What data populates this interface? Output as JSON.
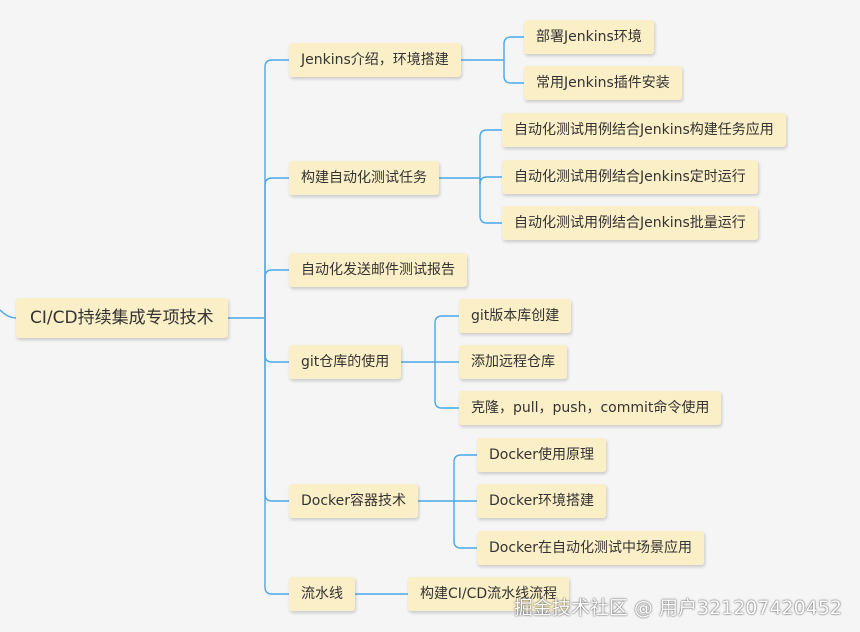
{
  "root": "CI/CD持续集成专项技术",
  "branches": [
    {
      "label": "Jenkins介绍，环境搭建",
      "children": [
        "部署Jenkins环境",
        "常用Jenkins插件安装"
      ]
    },
    {
      "label": "构建自动化测试任务",
      "children": [
        "自动化测试用例结合Jenkins构建任务应用",
        "自动化测试用例结合Jenkins定时运行",
        "自动化测试用例结合Jenkins批量运行"
      ]
    },
    {
      "label": "自动化发送邮件测试报告",
      "children": []
    },
    {
      "label": "git仓库的使用",
      "children": [
        "git版本库创建",
        "添加远程仓库",
        "克隆，pull，push，commit命令使用"
      ]
    },
    {
      "label": "Docker容器技术",
      "children": [
        "Docker使用原理",
        "Docker环境搭建",
        "Docker在自动化测试中场景应用"
      ]
    },
    {
      "label": "流水线",
      "children": [
        "构建CI/CD流水线流程"
      ]
    }
  ],
  "watermark": "掘金技术社区 @ 用户321207420452",
  "colors": {
    "link": "#4aa8e8",
    "node_bg": "#fbefc7",
    "background": "#f5f5f5"
  }
}
